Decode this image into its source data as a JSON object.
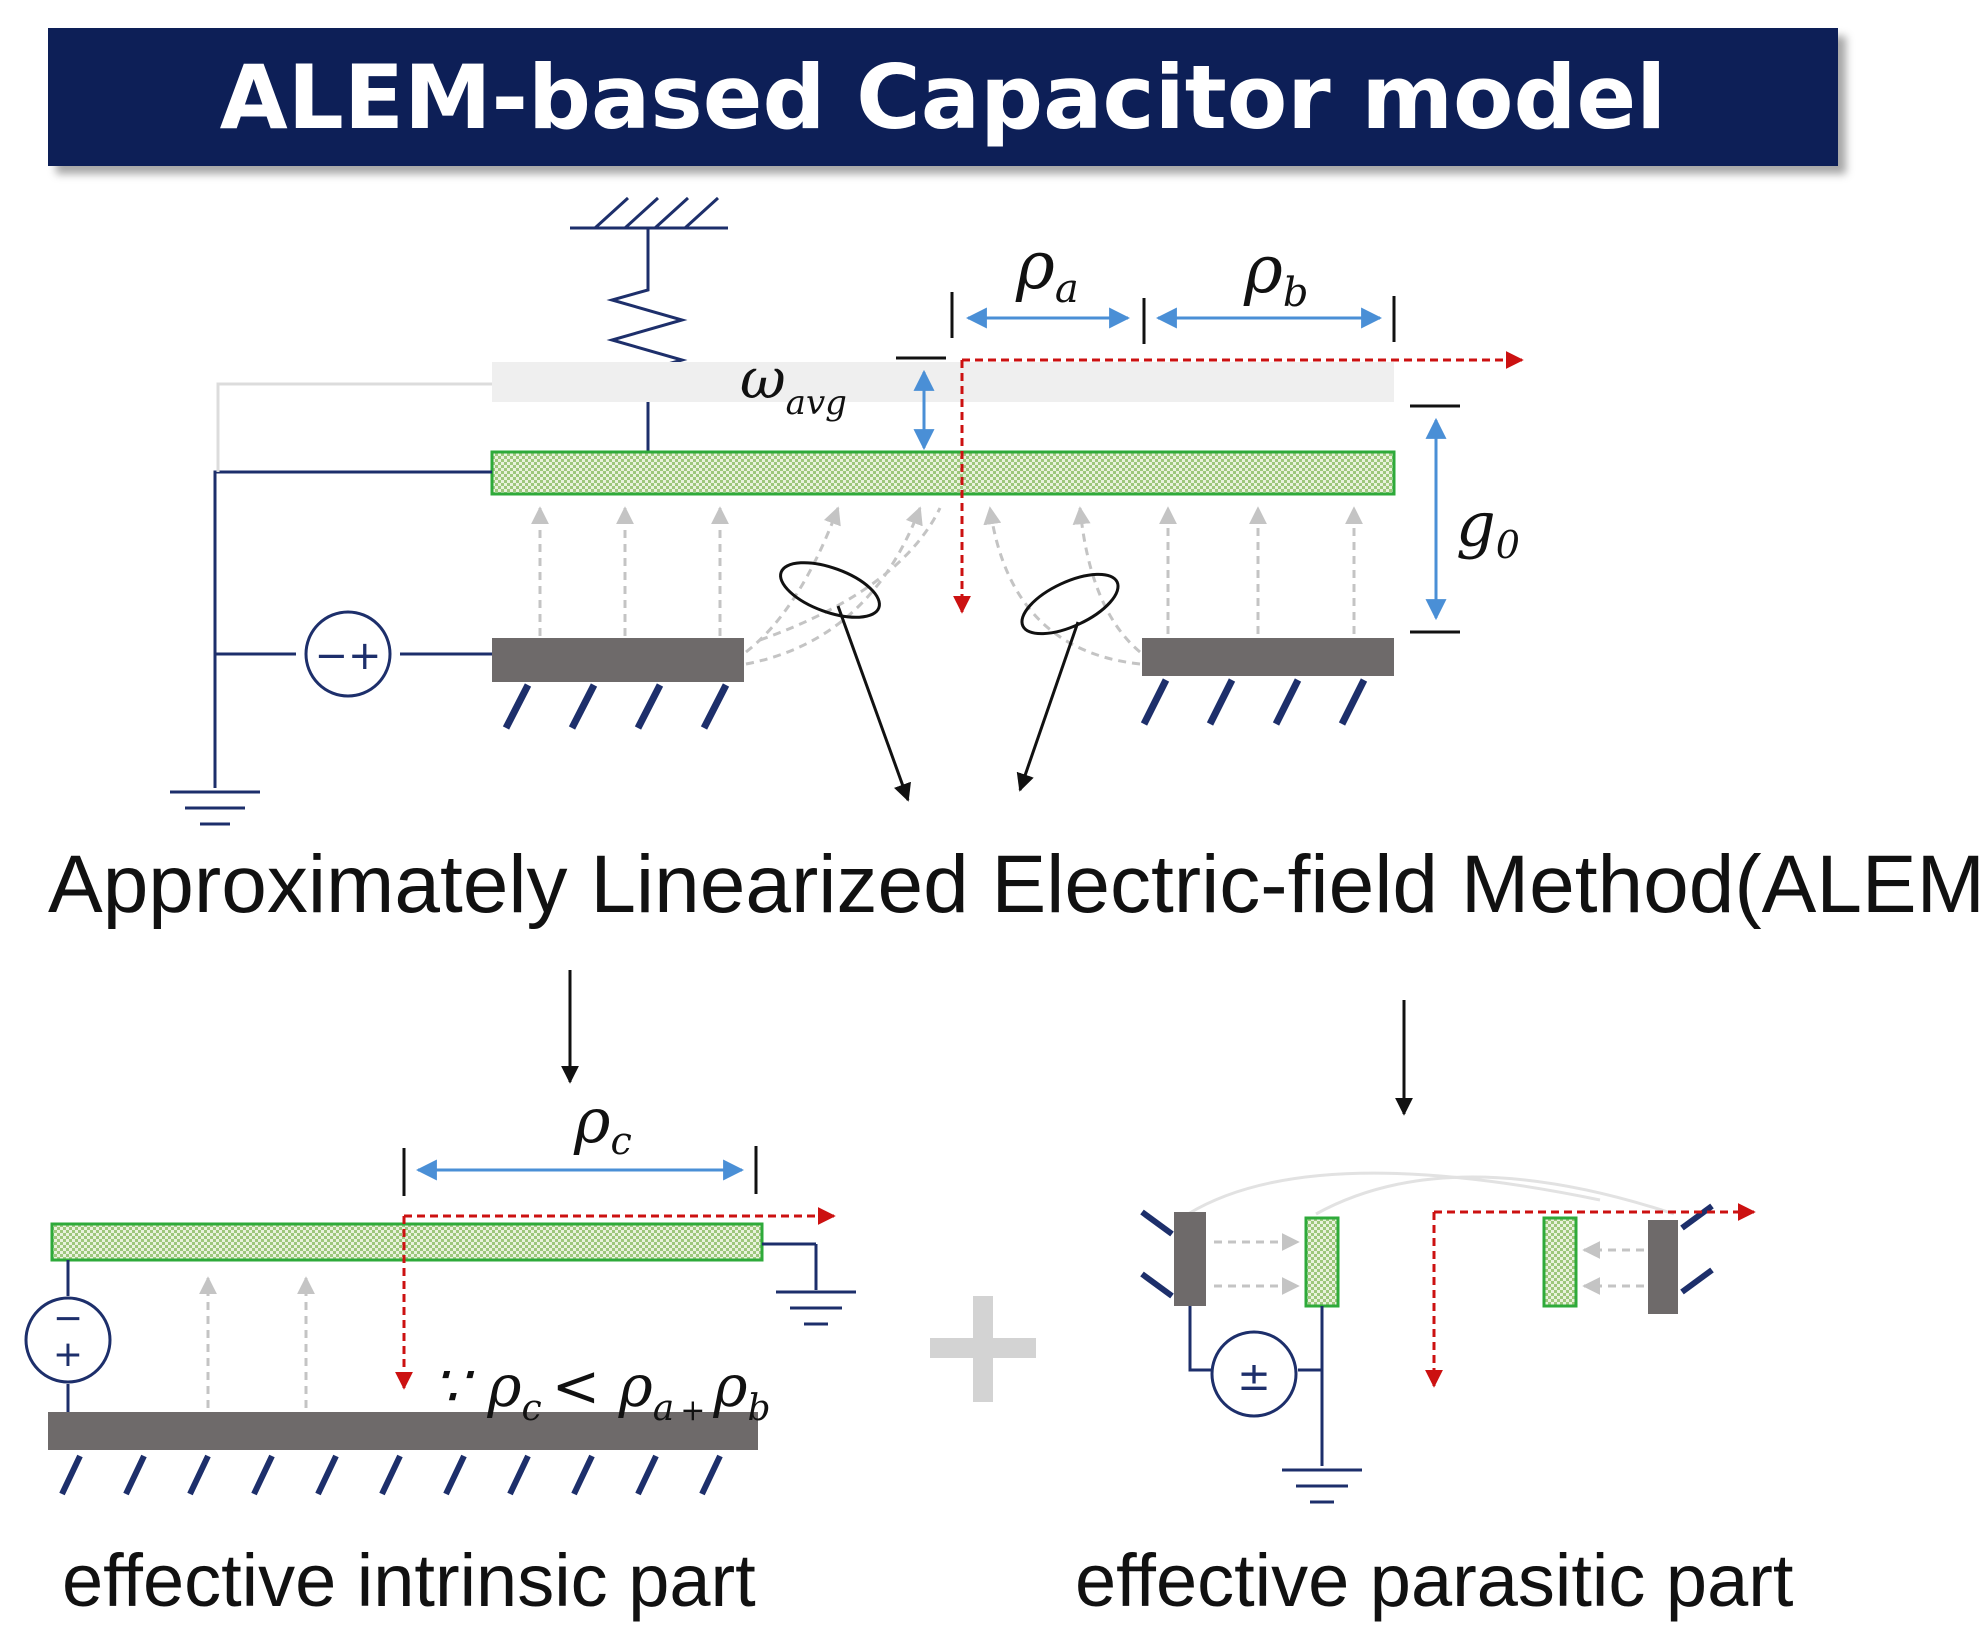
{
  "title": "ALEM-based Capacitor model",
  "labels": {
    "rho_a": "ρ",
    "rho_a_sub": "a",
    "rho_b": "ρ",
    "rho_b_sub": "b",
    "rho_c": "ρ",
    "rho_c_sub": "c",
    "omega": "ω",
    "omega_sub": "avg",
    "g": "g",
    "g_sub": "0",
    "condition_prefix": "∵ ρ",
    "condition_c_sub": "c",
    "condition_lt": "< ρ",
    "condition_a_sub": "a",
    "condition_plus": "+",
    "condition_rho_b": "ρ",
    "condition_b_sub": "b",
    "source_top": "−+",
    "source_left_minus": "−",
    "source_left_plus": "+",
    "source_right": "±"
  },
  "captions": {
    "method": "Approximately Linearized Electric-field Method(ALEM)",
    "intrinsic": "effective intrinsic part",
    "parasitic": "effective parasitic part"
  },
  "colors": {
    "banner": "#0d1f57",
    "plate_fill": "#cfe3b8",
    "plate_border": "#2eaa3a",
    "electrode": "#6e6a6a",
    "wire": "#1d2f6b",
    "blue_dim": "#4a8fd6",
    "red_arrow": "#cc1111",
    "gray_arrow": "#c4c4c4",
    "plus_sign": "#d3d3d3"
  }
}
